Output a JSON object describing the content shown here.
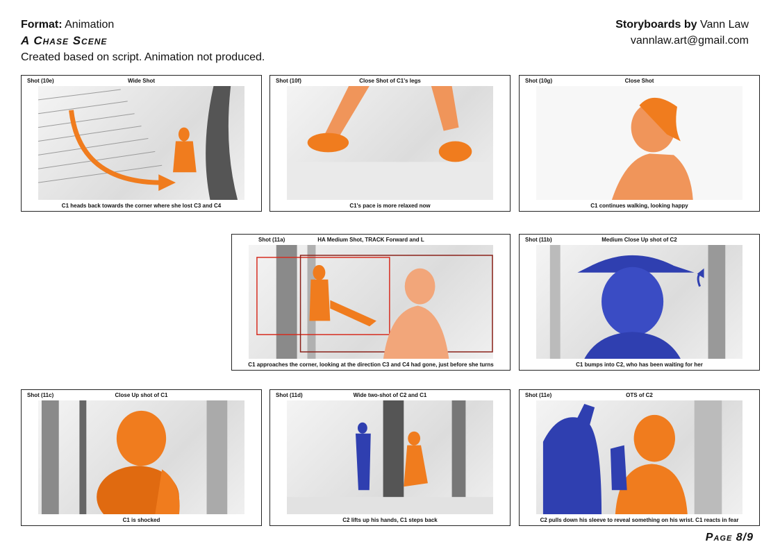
{
  "header": {
    "format_label": "Format:",
    "format_value": "Animation",
    "title": "A Chase Scene",
    "description": "Created based on script. Animation not produced.",
    "credit_label": "Storyboards by",
    "credit_name": "Vann Law",
    "email": "vannlaw.art@gmail.com"
  },
  "page": "Page 8/9",
  "colors": {
    "orange": "#f07c1e",
    "blue": "#2f3fb0",
    "red": "#d62c1f"
  },
  "panels": [
    {
      "shot": "Shot (10e)",
      "type": "Wide Shot",
      "caption": "C1 heads back towards the corner where she lost C3 and C4"
    },
    {
      "shot": "Shot (10f)",
      "type": "Close Shot of C1's legs",
      "caption": "C1's pace is more relaxed now"
    },
    {
      "shot": "Shot (10g)",
      "type": "Close Shot",
      "caption": "C1 continues walking, looking happy"
    },
    {
      "shot": "Shot (11a)",
      "type": "HA Medium Shot, TRACK Forward and L",
      "caption": "C1 approaches the corner, looking at the direction C3 and C4 had gone, just before she turns"
    },
    {
      "shot": "Shot (11b)",
      "type": "Medium Close Up shot of C2",
      "caption": "C1 bumps into C2, who has been waiting for her"
    },
    {
      "shot": "Shot (11c)",
      "type": "Close Up shot of C1",
      "caption": "C1 is shocked"
    },
    {
      "shot": "Shot (11d)",
      "type": "Wide two-shot of C2 and C1",
      "caption": "C2 lifts up his hands, C1 steps back"
    },
    {
      "shot": "Shot (11e)",
      "type": "OTS of C2",
      "caption": "C2 pulls down his sleeve to reveal something on his wrist. C1 reacts in fear"
    }
  ]
}
